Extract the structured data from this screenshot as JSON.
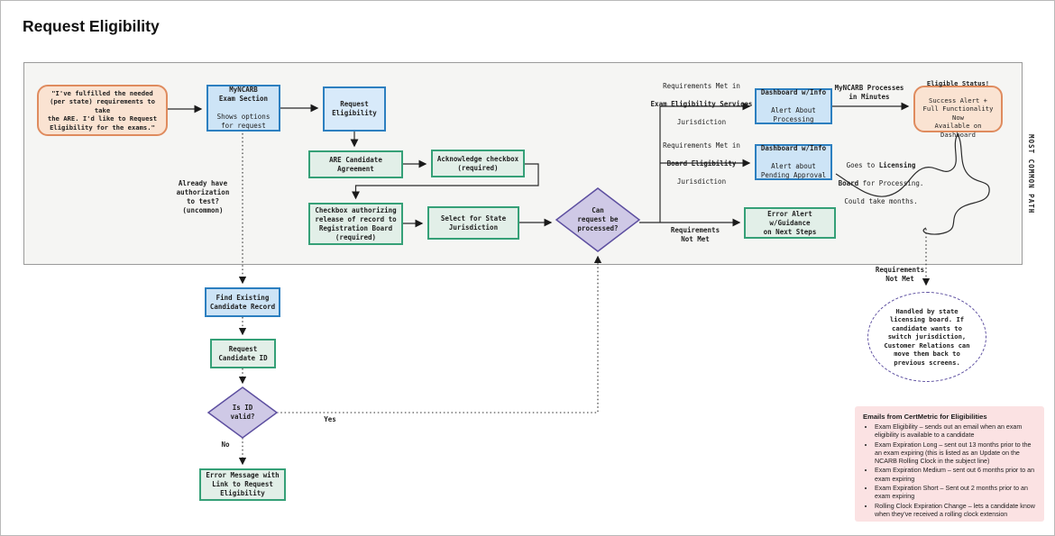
{
  "title": "Request Eligibility",
  "side_label": "MOST COMMON PATH",
  "colors": {
    "blue_fill": "#cde4f6",
    "blue_border": "#2c7fc0",
    "green_fill": "#e2efe8",
    "green_border": "#35a077",
    "orange_fill": "#fae3d2",
    "orange_border": "#df8b5e",
    "purple_fill": "#cfc9e6",
    "purple_border": "#5d4fa0",
    "pink_fill": "#fbe2e3",
    "panel_fill": "#f5f5f3"
  },
  "nodes": {
    "quote": "\"I've fulfilled the needed\n(per state) requirements to take\nthe ARE. I'd like to Request\nEligibility for the exams.\"",
    "myncarb": {
      "bold": "MyNCARB\nExam Section",
      "rest": "Shows options\nfor request"
    },
    "request_eligibility": "Request\nEligibility",
    "are_agreement": "ARE Candidate Agreement",
    "acknowledge": "Acknowledge checkbox\n(required)",
    "checkbox_auth": "Checkbox authorizing\nrelease of record to\nRegistration Board\n(required)",
    "select_state": "Select for State\nJurisdiction",
    "can_processed": "Can\nrequest be\nprocessed?",
    "error_alert": "Error Alert w/Guidance\non Next Steps",
    "dashboard_processing": {
      "bold": "Dashboard w/Info",
      "rest": "Alert About\nProcessing"
    },
    "dashboard_pending": {
      "bold": "Dashboard w/Info",
      "rest": "Alert about\nPending Approval"
    },
    "eligible_status": {
      "bold": "Eligible Status!",
      "rest": "Success Alert +\nFull Functionality Now\nAvailable on Dashboard"
    },
    "find_existing": "Find Existing\nCandidate Record",
    "request_id": "Request\nCandidate ID",
    "is_id_valid": "Is ID\nvalid?",
    "error_message": "Error Message with\nLink to Request\nEligibility",
    "state_board_note": "Handled by state\nlicensing board. If\ncandidate wants to\nswitch jurisdiction,\nCustomer Relations can\nmove them back to\nprevious screens."
  },
  "labels": {
    "already_auth": "Already have\nauthorization\nto test?\n(uncommon)",
    "req_met_exam": {
      "pre": "Requirements Met in",
      "bold": "Exam Eligibility Services",
      "post": "Jurisdiction"
    },
    "req_met_board": {
      "pre": "Requirements Met in",
      "bold": "Board Eligibility",
      "post": "Jurisdiction"
    },
    "myncarb_processes": "MyNCARB Processes\nin Minutes",
    "req_not_met_mid": "Requirements\nNot Met",
    "req_not_met_right": "Requirements\nNot Met",
    "goes_to": {
      "n1": "Goes to ",
      "b1": "Licensing",
      "b2": "Board",
      "n2": " for Processing.",
      "n3": "Could take months."
    },
    "yes": "Yes",
    "no": "No"
  },
  "emails": {
    "title": "Emails from CertMetric for Eligibilities",
    "items": [
      "Exam Eligibility – sends out an email when an exam eligibility is available to a candidate",
      "Exam Expiration Long – sent out 13 months prior to the an exam expiring (this is listed as an Update on the NCARB Rolling Clock in the subject line)",
      "Exam Expiration Medium – sent out 6 months prior to an exam expiring",
      "Exam Expiration Short – Sent out 2 months prior to an exam expiring",
      "Rolling Clock Expiration Change – lets a candidate know when they've received a rolling clock extension"
    ]
  }
}
